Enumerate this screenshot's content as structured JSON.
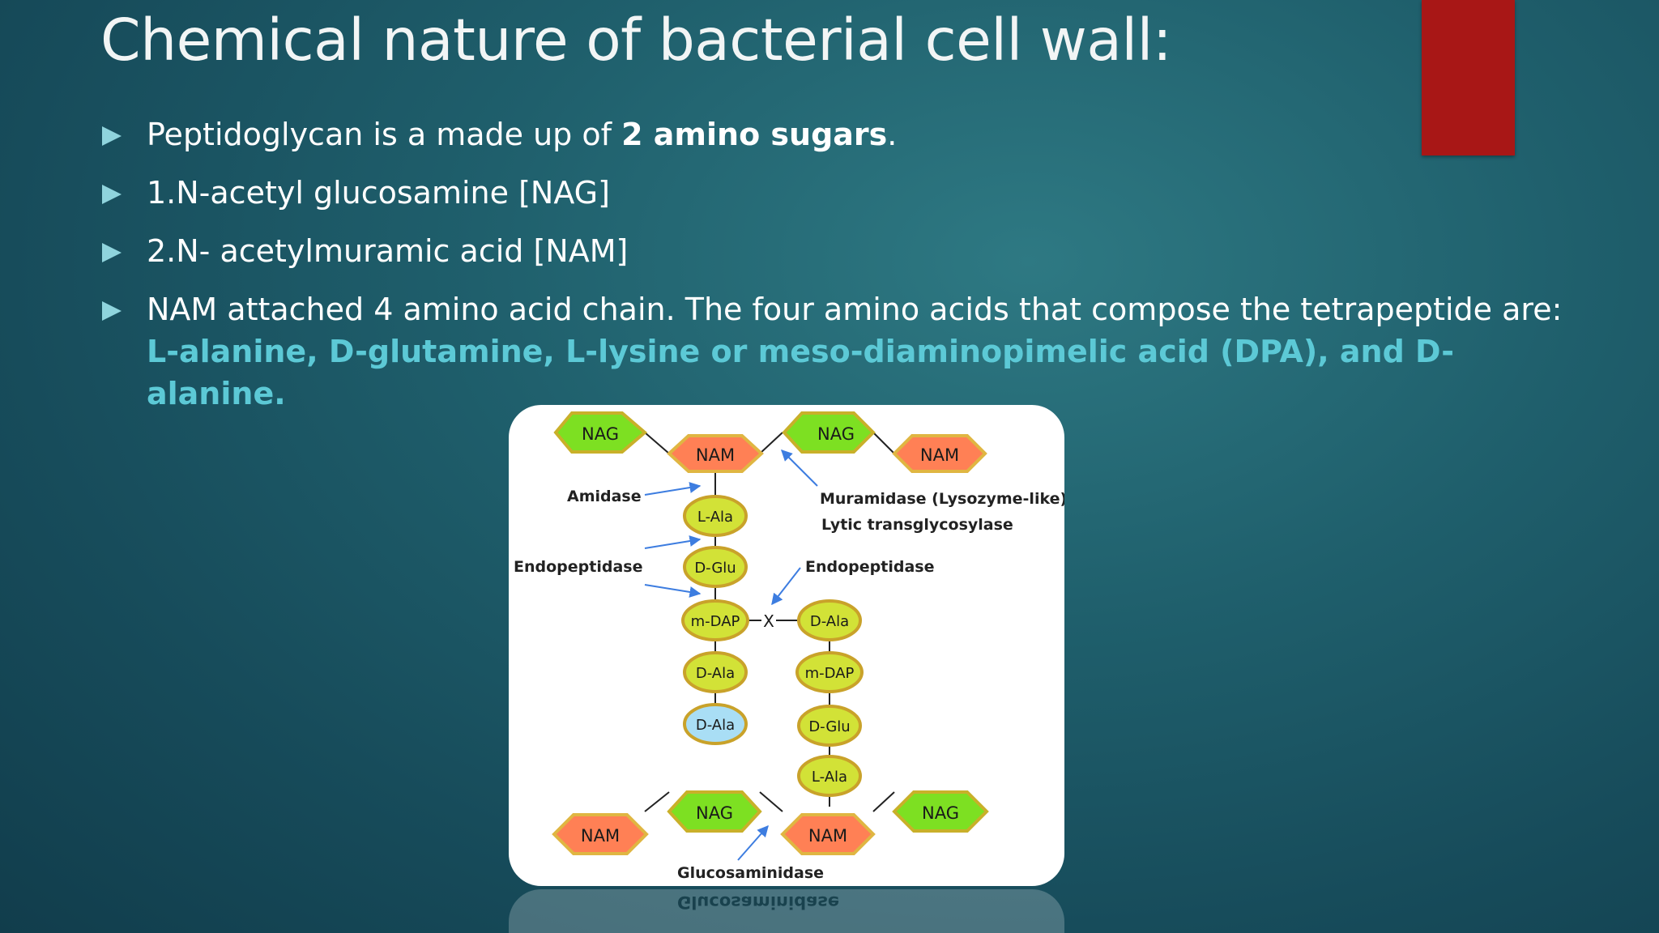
{
  "slide": {
    "title": "Chemical nature of bacterial cell wall:",
    "bullets": [
      {
        "pre": "Peptidoglycan is a made up of ",
        "bold": "2 amino sugars",
        "post": "."
      },
      {
        "text": "1.N-acetyl glucosamine [NAG]"
      },
      {
        "text": "2.N- acetylmuramic acid [NAM]"
      },
      {
        "pre": "NAM attached 4 amino acid chain. The four amino acids that compose the tetrapeptide are: ",
        "highlight": "L-alanine, D-glutamine, L-lysine or meso-diaminopimelic acid (DPA), and D-alanine."
      }
    ],
    "colors": {
      "accent_bar": "#a81716",
      "highlight": "#5cc9d6",
      "nag_fill": "#7de022",
      "nam_fill": "#ff8055",
      "amino_fill": "#d2e237",
      "dala_terminal_fill": "#a9def5"
    }
  },
  "diagram": {
    "top_nag_left": "NAG",
    "top_nam_left": "NAM",
    "top_nag_right": "NAG",
    "top_nam_right": "NAM",
    "bottom_nam_left": "NAM",
    "bottom_nag_left": "NAG",
    "bottom_nam_right": "NAM",
    "bottom_nag_right": "NAG",
    "left_chain": [
      "L-Ala",
      "D-Glu",
      "m-DAP",
      "D-Ala",
      "D-Ala"
    ],
    "right_chain": [
      "D-Ala",
      "m-DAP",
      "D-Glu",
      "L-Ala"
    ],
    "crosslink": "X",
    "labels": {
      "amidase": "Amidase",
      "endopeptidase_left": "Endopeptidase",
      "endopeptidase_right": "Endopeptidase",
      "muramidase": "Muramidase (Lysozyme-like)",
      "lytic": "Lytic transglycosylase",
      "glucosaminidase": "Glucosaminidase"
    }
  }
}
